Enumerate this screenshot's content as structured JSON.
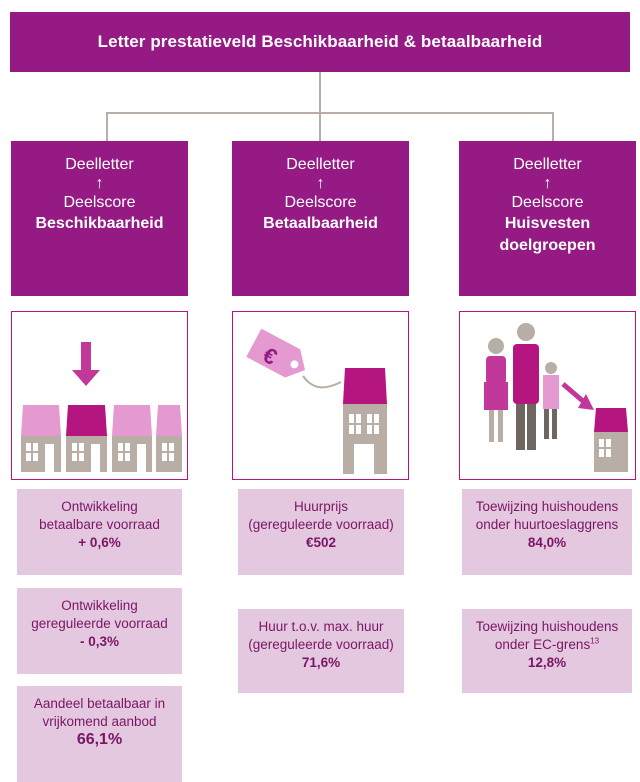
{
  "title": "Letter prestatieveld Beschikbaarheid & betaalbaarheid",
  "columns": [
    {
      "letter_label": "Deelletter",
      "arrow": "↑",
      "score_label": "Deelscore",
      "name_line1": "Beschikbaarheid",
      "name_line2": "",
      "stats": [
        {
          "line1": "Ontwikkeling",
          "line2": "betaalbare voorraad",
          "value": "+ 0,6%"
        },
        {
          "line1": "Ontwikkeling",
          "line2": "gereguleerde voorraad",
          "value": "- 0,3%"
        },
        {
          "line1": "Aandeel betaalbaar in",
          "line2": "vrijkomend aanbod",
          "value": "66,1%"
        }
      ]
    },
    {
      "letter_label": "Deelletter",
      "arrow": "↑",
      "score_label": "Deelscore",
      "name_line1": "Betaalbaarheid",
      "name_line2": "",
      "icon_text": "€",
      "stats": [
        {
          "line1": "Huurprijs",
          "line2": "(gereguleerde voorraad)",
          "value": "€502"
        },
        {
          "line1": "Huur t.o.v. max. huur",
          "line2": "(gereguleerde voorraad)",
          "value": "71,6%"
        }
      ]
    },
    {
      "letter_label": "Deelletter",
      "arrow": "↑",
      "score_label": "Deelscore",
      "name_line1": "Huisvesten",
      "name_line2": "doelgroepen",
      "stats": [
        {
          "line1": "Toewijzing huishoudens",
          "line2": "onder huurtoeslaggrens",
          "value": "84,0%",
          "sup": ""
        },
        {
          "line1": "Toewijzing huishoudens",
          "line2": "onder EC-grens",
          "sup": "13",
          "value": "12,8%"
        }
      ]
    }
  ]
}
